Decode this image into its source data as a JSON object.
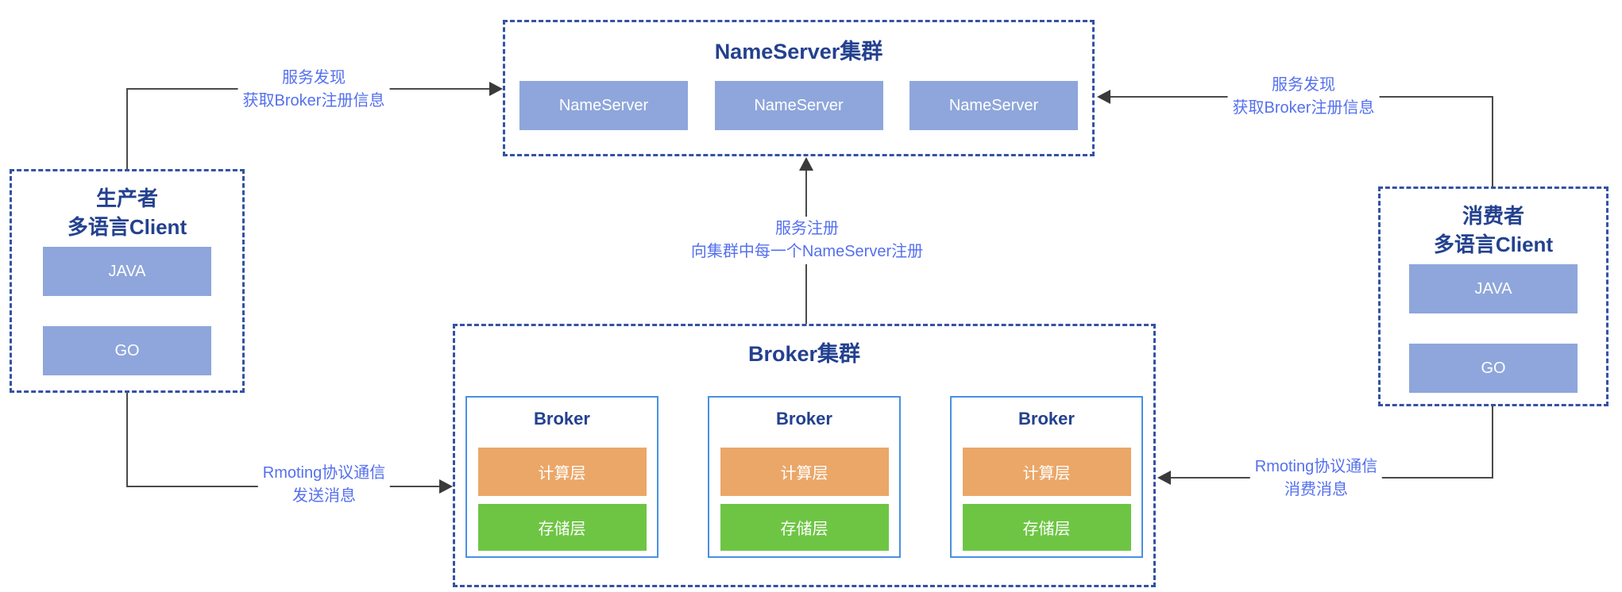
{
  "colors": {
    "dashed_border": "#3452a4",
    "cluster_title": "#23418f",
    "node_fill": "#8ea6db",
    "broker_border": "#4a90e2",
    "compute_layer_fill": "#eba768",
    "storage_layer_fill": "#6ec544",
    "edge_label_text": "#5570ee",
    "connector_line": "#4a4a4a"
  },
  "nameserver_cluster": {
    "title": "NameServer集群",
    "nodes": [
      "NameServer",
      "NameServer",
      "NameServer"
    ]
  },
  "producer": {
    "title_line1": "生产者",
    "title_line2": "多语言Client",
    "clients": [
      "JAVA",
      "GO"
    ]
  },
  "consumer": {
    "title_line1": "消费者",
    "title_line2": "多语言Client",
    "clients": [
      "JAVA",
      "GO"
    ]
  },
  "broker_cluster": {
    "title": "Broker集群",
    "brokers": [
      {
        "title": "Broker",
        "compute_layer": "计算层",
        "storage_layer": "存储层"
      },
      {
        "title": "Broker",
        "compute_layer": "计算层",
        "storage_layer": "存储层"
      },
      {
        "title": "Broker",
        "compute_layer": "计算层",
        "storage_layer": "存储层"
      }
    ]
  },
  "edges": {
    "producer_to_nameserver": {
      "line1": "服务发现",
      "line2": "获取Broker注册信息"
    },
    "consumer_to_nameserver": {
      "line1": "服务发现",
      "line2": "获取Broker注册信息"
    },
    "broker_to_nameserver": {
      "line1": "服务注册",
      "line2": "向集群中每一个NameServer注册"
    },
    "producer_to_broker": {
      "line1": "Rmoting协议通信",
      "line2": "发送消息"
    },
    "consumer_to_broker": {
      "line1": "Rmoting协议通信",
      "line2": "消费消息"
    }
  }
}
